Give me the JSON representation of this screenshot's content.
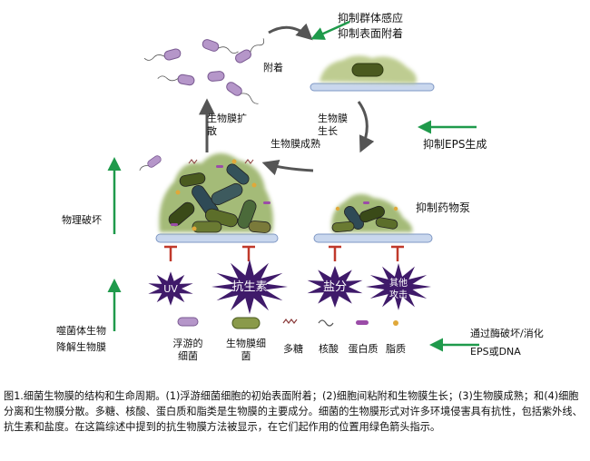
{
  "labels": {
    "inhibit_quorum": "抑制群体感应",
    "inhibit_attach": "抑制表面附着",
    "attach": "附着",
    "dispersal": "生物膜扩散",
    "growth": "生物膜生长",
    "maturation": "生物膜成熟",
    "inhibit_eps": "抑制EPS生成",
    "inhibit_pump": "抑制药物泵",
    "physical_damage": "物理破坏",
    "phage": "噬菌体生物降解生物膜",
    "enzymatic": "通过酶破坏/消化EPS或DNA"
  },
  "stressors": {
    "uv": "UV",
    "antibiotic": "抗生素",
    "salt": "盐分",
    "other": "其他攻击"
  },
  "legend": [
    {
      "label": "浮游的细菌"
    },
    {
      "label": "生物膜细菌"
    },
    {
      "label": "多糖"
    },
    {
      "label": "核酸"
    },
    {
      "label": "蛋白质"
    },
    {
      "label": "脂质"
    }
  ],
  "caption": "图1.细菌生物膜的结构和生命周期。(1)浮游细菌细胞的初始表面附着；(2)细胞间粘附和生物膜生长；(3)生物膜成熟；和(4)细胞分离和生物膜分散。多糖、核酸、蛋白质和脂类是生物膜的主要成分。细菌的生物膜形式对许多环境侵害具有抗性，包括紫外线、抗生素和盐度。在这篇综述中提到的抗生物膜方法被显示，在它们起作用的位置用绿色箭头指示。",
  "colors": {
    "arrow_green": "#1f9a4b",
    "inhibit_red": "#c0392b",
    "star_purple": "#3f1a6a",
    "planktonic": "#b596c9",
    "biofilm_cell": "#5c6e2a",
    "matrix": "#9bb46a",
    "surface": "#c9d7ee",
    "cycle_arrow": "#555555"
  }
}
